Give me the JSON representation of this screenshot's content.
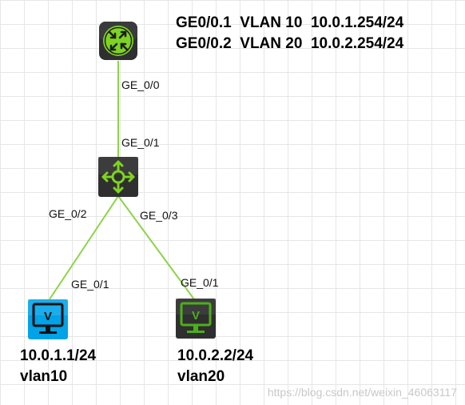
{
  "config_note": {
    "lines": [
      "GE0/0.1  VLAN 10  10.0.1.254/24",
      "GE0/0.2  VLAN 20  10.0.2.254/24"
    ]
  },
  "devices": {
    "router": {
      "icon": "router-icon",
      "color": "#7ed321"
    },
    "switch": {
      "icon": "l3-switch-icon",
      "color": "#7ed321"
    },
    "pc1": {
      "icon": "pc-icon",
      "color": "#00a2e8",
      "ip": "10.0.1.1/24",
      "vlan": "vlan10"
    },
    "pc2": {
      "icon": "pc-icon",
      "color": "#4caf1a",
      "ip": "10.0.2.2/24",
      "vlan": "vlan20"
    }
  },
  "links": [
    {
      "from": "router",
      "to": "switch",
      "from_port": "GE_0/0",
      "to_port": "GE_0/1"
    },
    {
      "from": "switch",
      "to": "pc1",
      "from_port": "GE_0/2",
      "to_port": "GE_0/1"
    },
    {
      "from": "switch",
      "to": "pc2",
      "from_port": "GE_0/3",
      "to_port": "GE_0/1"
    }
  ],
  "link_color": "#8cd34a",
  "watermark": "https://blog.csdn.net/weixin_46063117"
}
